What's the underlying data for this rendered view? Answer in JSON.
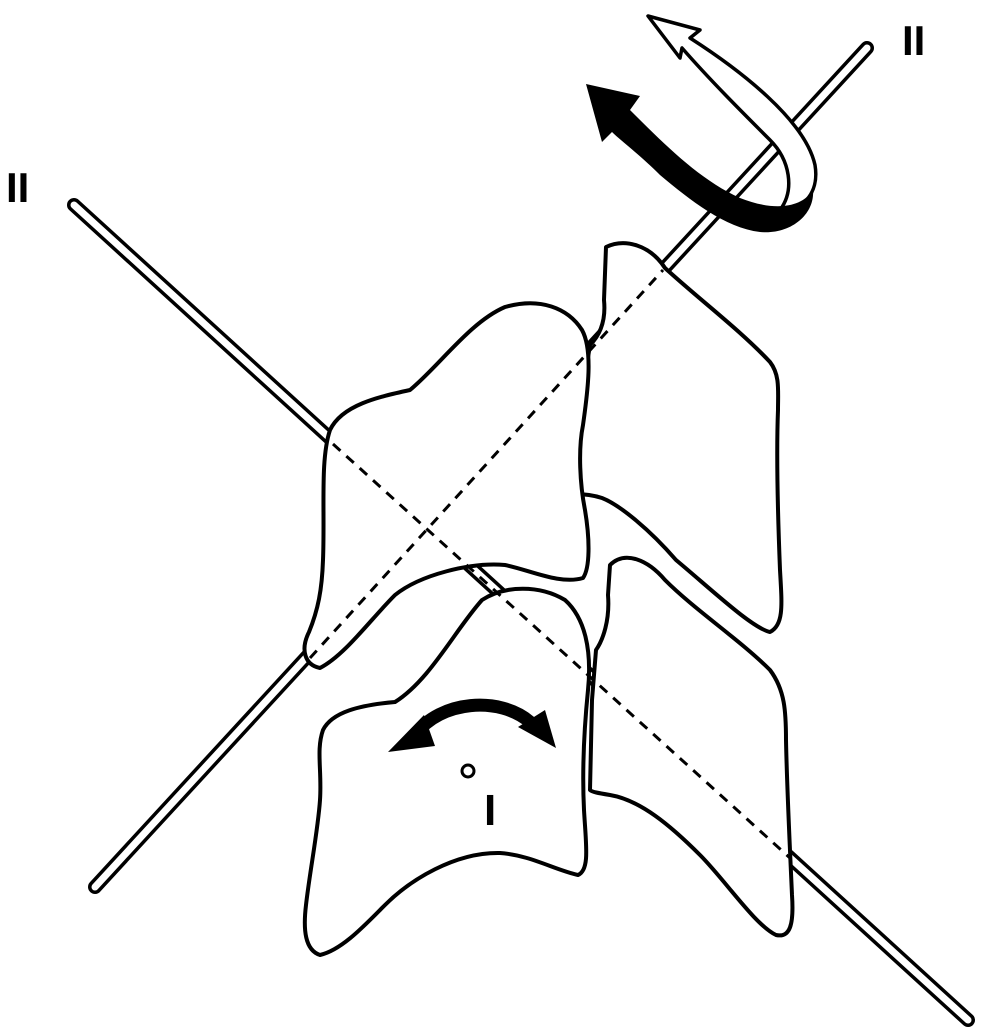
{
  "labels": {
    "axis_left": "II",
    "axis_right": "II",
    "axis_center": "I"
  },
  "colors": {
    "ink": "#000000",
    "paper": "#ffffff"
  },
  "icons": {
    "axis_ii_rotation_open": "open-curved-arrow-icon",
    "axis_ii_rotation_solid": "solid-curved-arrow-icon",
    "axis_i_rotation": "double-headed-curved-arrow-icon"
  }
}
